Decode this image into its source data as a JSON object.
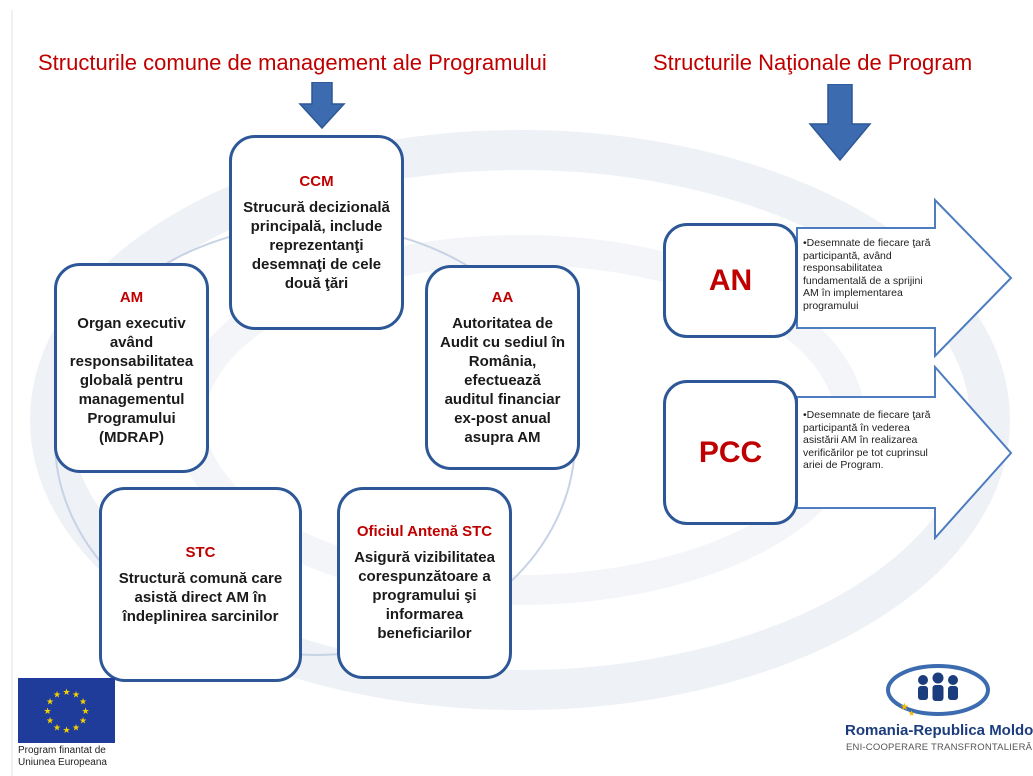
{
  "titles": {
    "left": "Structurile comune de management ale Programului",
    "right": "Structurile Naţionale de Program"
  },
  "boxes": {
    "ccm": {
      "abbr": "CCM",
      "desc": "Strucură decizională principală, include reprezentanţi desemnaţi de cele două ţări"
    },
    "am": {
      "abbr": "AM",
      "desc": "Organ executiv având responsabilitatea globală pentru managementul Programului (MDRAP)"
    },
    "aa": {
      "abbr": "AA",
      "desc": "Autoritatea de Audit cu sediul în România, efectuează auditul financiar ex-post anual asupra AM"
    },
    "stc": {
      "abbr": "STC",
      "desc": "Structură comună care asistă direct AM în îndeplinirea sarcinilor"
    },
    "oa": {
      "abbr": "Oficiul Antenă STC",
      "desc": "Asigură vizibilitatea corespunzătoare a programului şi informarea beneficiarilor"
    }
  },
  "national": [
    {
      "abbr": "AN",
      "text": "•Desemnate de fiecare ţară participantă, având responsabilitatea fundamentală de a sprijini AM în implementarea programului"
    },
    {
      "abbr": "PCC",
      "text": "•Desemnate de fiecare ţară participantă în vederea asistării AM în realizarea verificărilor pe tot cuprinsul ariei de Program."
    }
  ],
  "footer": {
    "eu_caption_1": "Program finantat de",
    "eu_caption_2": "Uniunea Europeana",
    "program_name": "Romania-Republica Moldova",
    "program_sub": "ENI-COOPERARE TRANSFRONTALIERĂ"
  },
  "colors": {
    "accent_red": "#c00000",
    "box_border": "#2d5796",
    "arrow_blue": "#3c6bb0",
    "eu_blue": "#1f3c9a",
    "eu_star": "#f5d000"
  }
}
